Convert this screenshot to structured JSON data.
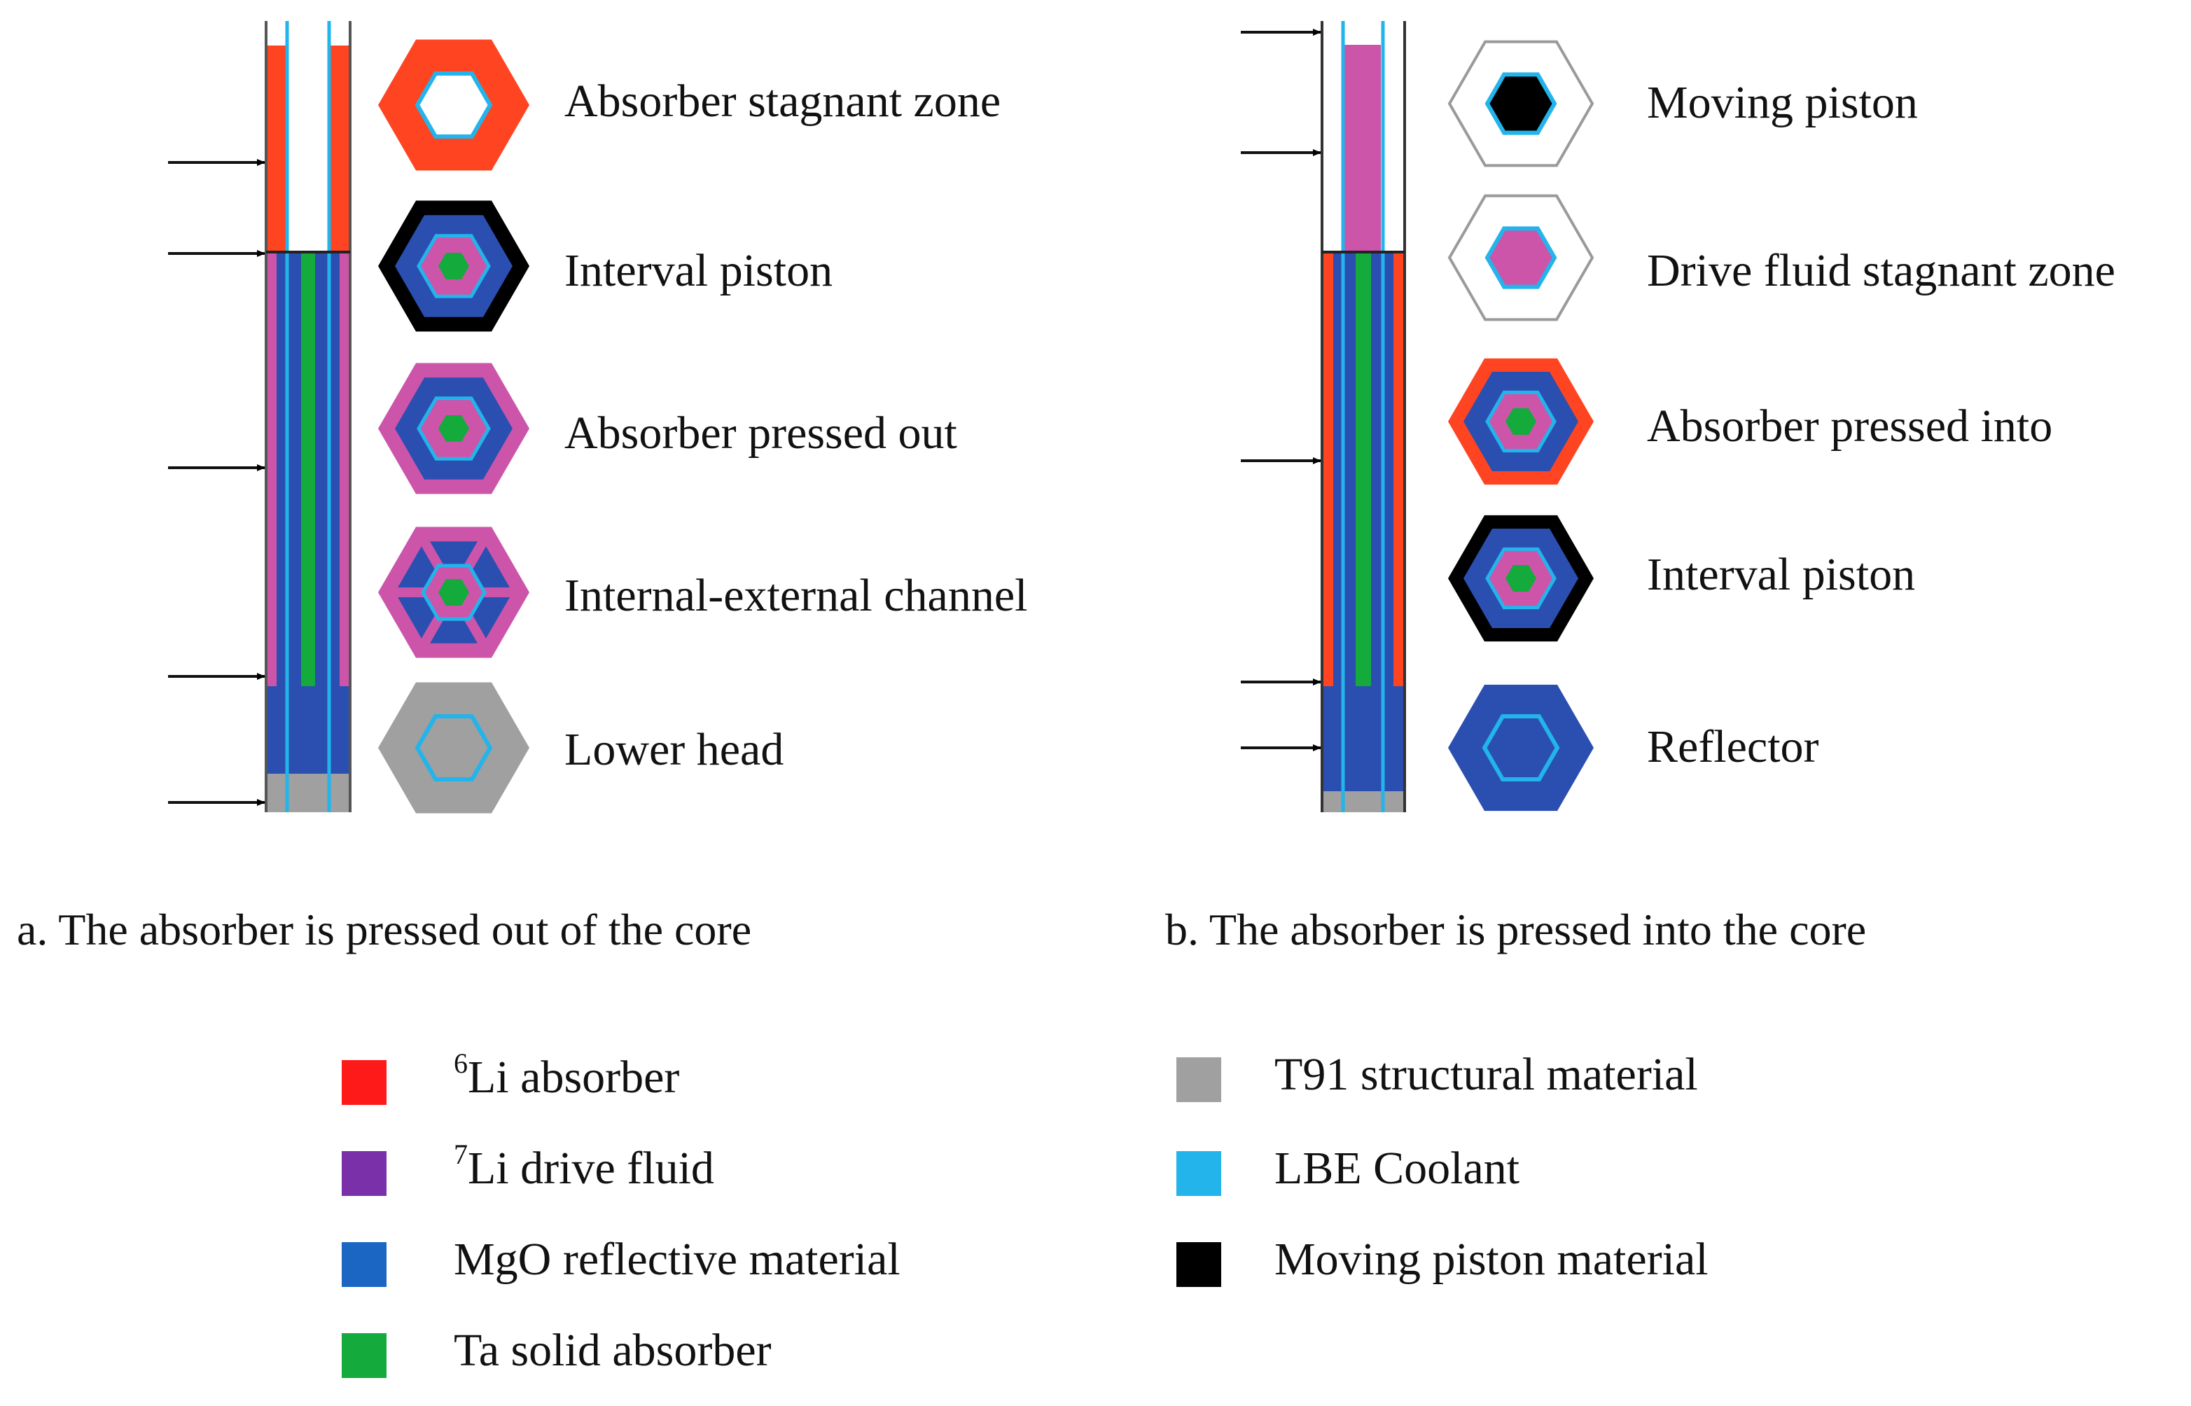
{
  "colors": {
    "red": "#ff4422",
    "legend_red": "#ff1a1a",
    "magenta": "#cc55aa",
    "legend_purple": "#7a30a8",
    "blue": "#2a4fb0",
    "legend_blue": "#1b66c2",
    "green": "#14aa3c",
    "gray": "#a0a0a0",
    "cyan": "#22b4ea",
    "black": "#000000",
    "white": "#ffffff"
  },
  "panel_a": {
    "caption": "a. The absorber is pressed out of the core",
    "labels": [
      {
        "text": "Absorber stagnant zone",
        "icon": "hex-red-white-core"
      },
      {
        "text": "Interval piston",
        "icon": "hex-black-ring-layered"
      },
      {
        "text": "Absorber pressed out",
        "icon": "hex-magenta-layered"
      },
      {
        "text": "Internal-external channel",
        "icon": "hex-magenta-channels"
      },
      {
        "text": "Lower head",
        "icon": "hex-gray-cyan-ring"
      }
    ]
  },
  "panel_b": {
    "caption": "b. The absorber is pressed into the core",
    "labels": [
      {
        "text": "Moving piston",
        "icon": "hex-white-black-core"
      },
      {
        "text": "Drive fluid stagnant zone",
        "icon": "hex-white-magenta-core"
      },
      {
        "text": "Absorber pressed into",
        "icon": "hex-red-layered"
      },
      {
        "text": "Interval piston",
        "icon": "hex-black-ring-layered"
      },
      {
        "text": "Reflector",
        "icon": "hex-blue-cyan-ring"
      }
    ]
  },
  "legend": {
    "left": [
      {
        "sup": "6",
        "text": "Li absorber",
        "color_key": "legend_red"
      },
      {
        "sup": "7",
        "text": "Li drive fluid",
        "color_key": "legend_purple"
      },
      {
        "sup": "",
        "text": "MgO reflective material",
        "color_key": "legend_blue"
      },
      {
        "sup": "",
        "text": "Ta solid absorber",
        "color_key": "green"
      }
    ],
    "right": [
      {
        "sup": "",
        "text": "T91 structural material",
        "color_key": "gray"
      },
      {
        "sup": "",
        "text": "LBE Coolant",
        "color_key": "cyan"
      },
      {
        "sup": "",
        "text": "Moving piston material",
        "color_key": "black"
      }
    ]
  }
}
